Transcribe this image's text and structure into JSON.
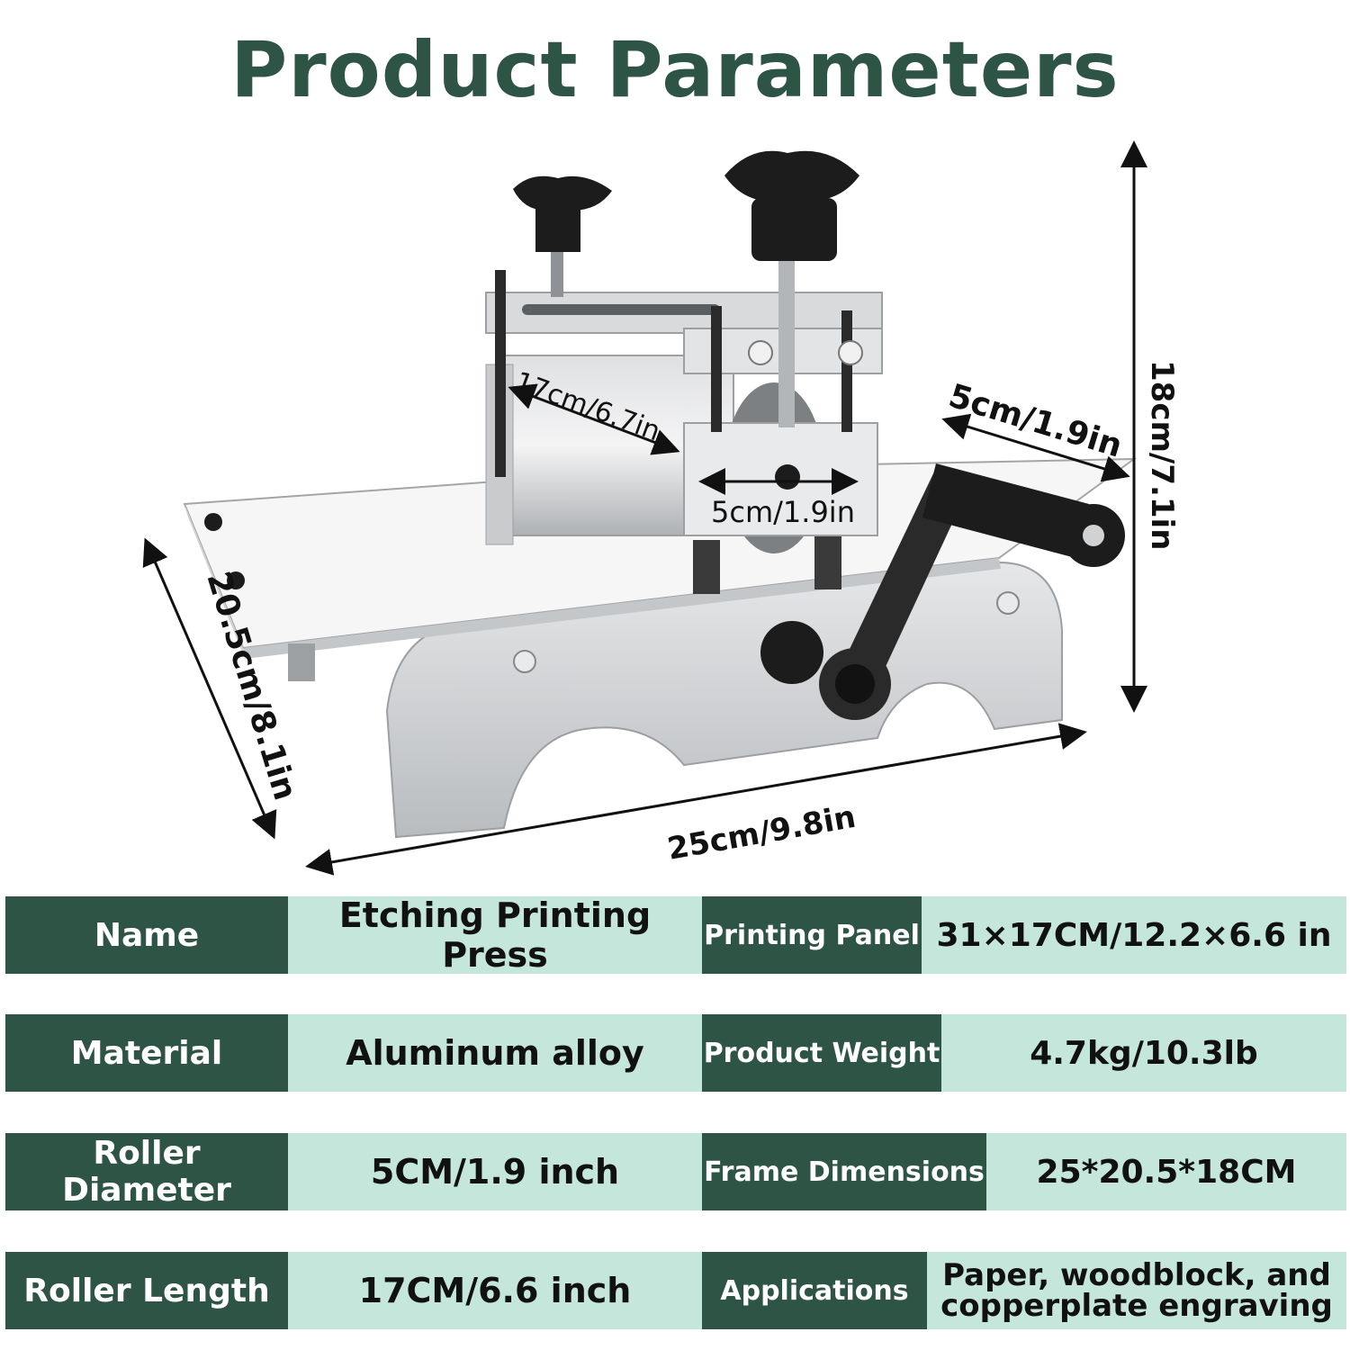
{
  "page": {
    "title": "Product Parameters"
  },
  "colors": {
    "title": "#2e5446",
    "label_bg": "#2e5446",
    "value_bg": "#c5e6da",
    "metal": "#cfd1d3",
    "knob": "#1c1c1c"
  },
  "dimensions": {
    "height": "18cm/7.1in",
    "width": "25cm/9.8in",
    "depth": "20.5cm/8.1in",
    "side_thickness": "5cm/1.9in",
    "roller_length": "17cm/6.7in",
    "roller_diameter": "5cm/1.9in"
  },
  "specs": {
    "rows": [
      {
        "label1": "Name",
        "value1": "Etching Printing Press",
        "label2": "Printing Panel",
        "value2": "31×17CM/12.2×6.6 in"
      },
      {
        "label1": "Material",
        "value1": "Aluminum alloy",
        "label2": "Product Weight",
        "value2": "4.7kg/10.3lb"
      },
      {
        "label1": "Roller Diameter",
        "value1": "5CM/1.9 inch",
        "label2": "Frame Dimensions",
        "value2": "25*20.5*18CM"
      },
      {
        "label1": "Roller Length",
        "value1": "17CM/6.6 inch",
        "label2": "Applications",
        "value2a": "Paper, woodblock, and",
        "value2b": "copperplate engraving"
      }
    ]
  }
}
